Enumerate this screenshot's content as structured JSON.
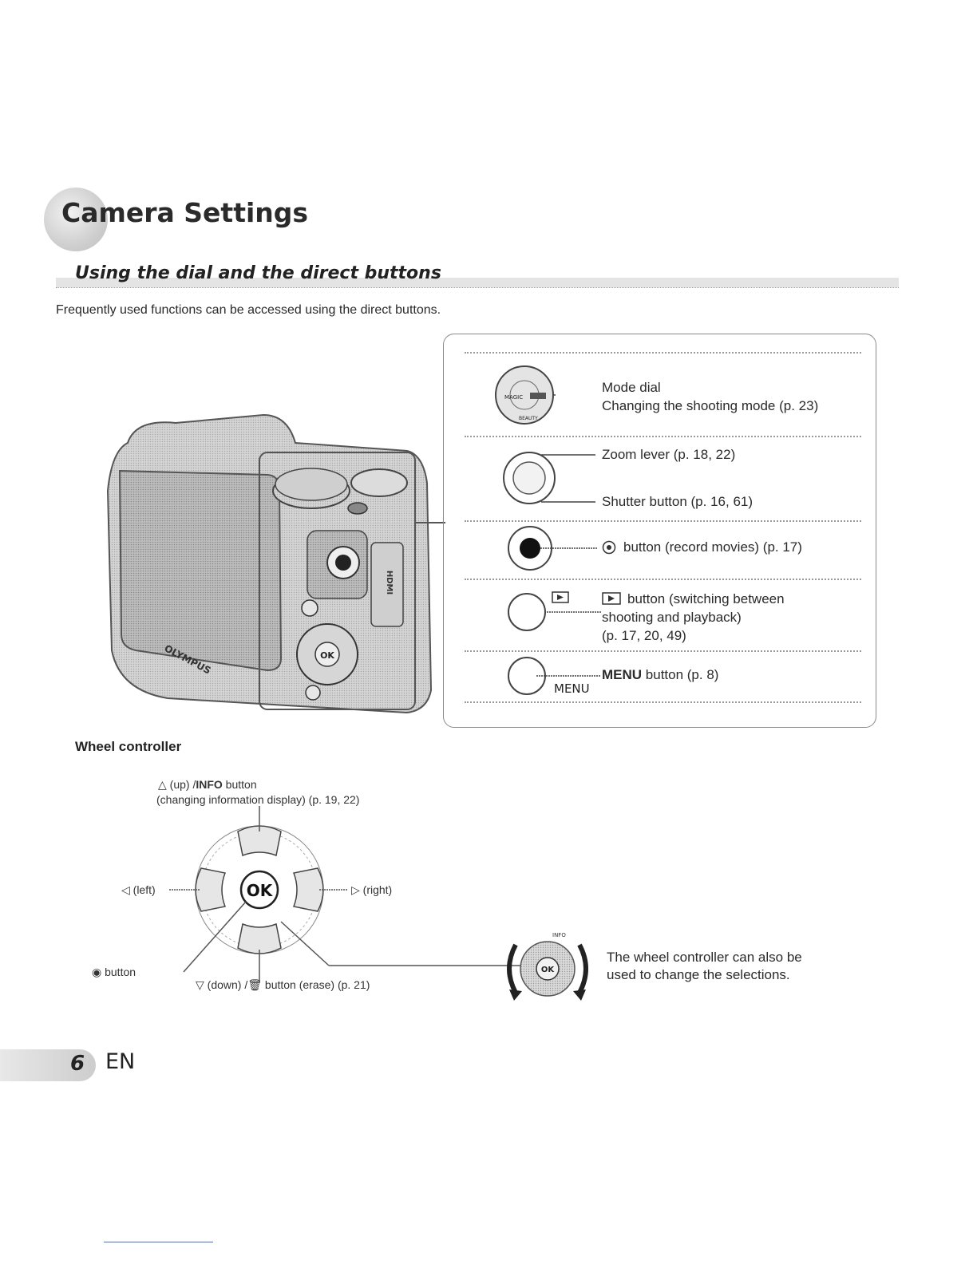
{
  "title": "Camera Settings",
  "section_title": "Using the dial and the direct buttons",
  "intro": "Frequently used functions can be accessed using the direct buttons.",
  "callouts": {
    "mode_dial": {
      "label": "Mode dial",
      "description": "Changing the shooting mode (p. 23)",
      "dial_labels": [
        "MAGIC",
        "BEAUTY"
      ]
    },
    "zoom_lever": "Zoom lever (p. 18, 22)",
    "shutter_button": "Shutter button (p. 16, 61)",
    "record_button": "button (record movies) (p. 17)",
    "playback_button": {
      "line1": "button (switching between",
      "line2": "shooting and playback)",
      "line3": "(p. 17, 20, 49)"
    },
    "menu_button": {
      "bold": "MENU",
      "rest": " button (p. 8)",
      "icon_text": "MENU"
    }
  },
  "camera": {
    "brand": "OLYMPUS",
    "ok_label": "OK",
    "ports_label": "HDMI"
  },
  "wheel": {
    "heading": "Wheel controller",
    "up_line1_pre": "(up) /",
    "up_line1_bold": "INFO",
    "up_line1_post": " button",
    "up_line2": "(changing information display) (p. 19, 22)",
    "left": "(left)",
    "right": "(right)",
    "ok_button": "button",
    "down": "(down) /",
    "down_post": " button (erase) (p. 21)",
    "ok_label": "OK",
    "info_label": "INFO",
    "note_line1": "The wheel controller can also be",
    "note_line2": "used to change the selections."
  },
  "page": {
    "number": "6",
    "lang": "EN"
  },
  "colors": {
    "text": "#222222",
    "panel_border": "#8a8a8a",
    "heading_band": "#e4e4e4",
    "camera_body": "#9a9a9a",
    "footer_line": "#4a6fd6"
  }
}
